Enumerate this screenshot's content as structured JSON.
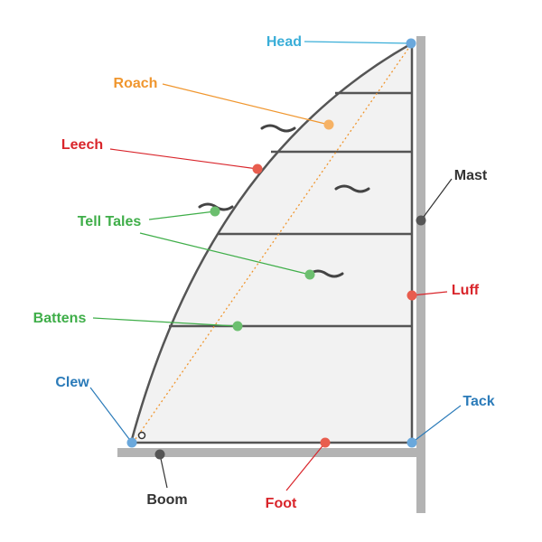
{
  "labels": {
    "head": "Head",
    "roach": "Roach",
    "leech": "Leech",
    "tell_tales": "Tell Tales",
    "battens": "Battens",
    "clew": "Clew",
    "mast": "Mast",
    "luff": "Luff",
    "tack": "Tack",
    "boom": "Boom",
    "foot": "Foot"
  },
  "colors": {
    "head": "#3aaed8",
    "roach": "#f0962e",
    "leech": "#d9252b",
    "tell_tales": "#3fae49",
    "battens": "#3fae49",
    "clew": "#2b7bb9",
    "mast": "#333333",
    "luff": "#d9252b",
    "tack": "#2b7bb9",
    "boom": "#333333",
    "foot": "#d9252b",
    "sail_fill": "#f2f2f2",
    "spar": "#b3b3b3",
    "outline": "#555555"
  }
}
